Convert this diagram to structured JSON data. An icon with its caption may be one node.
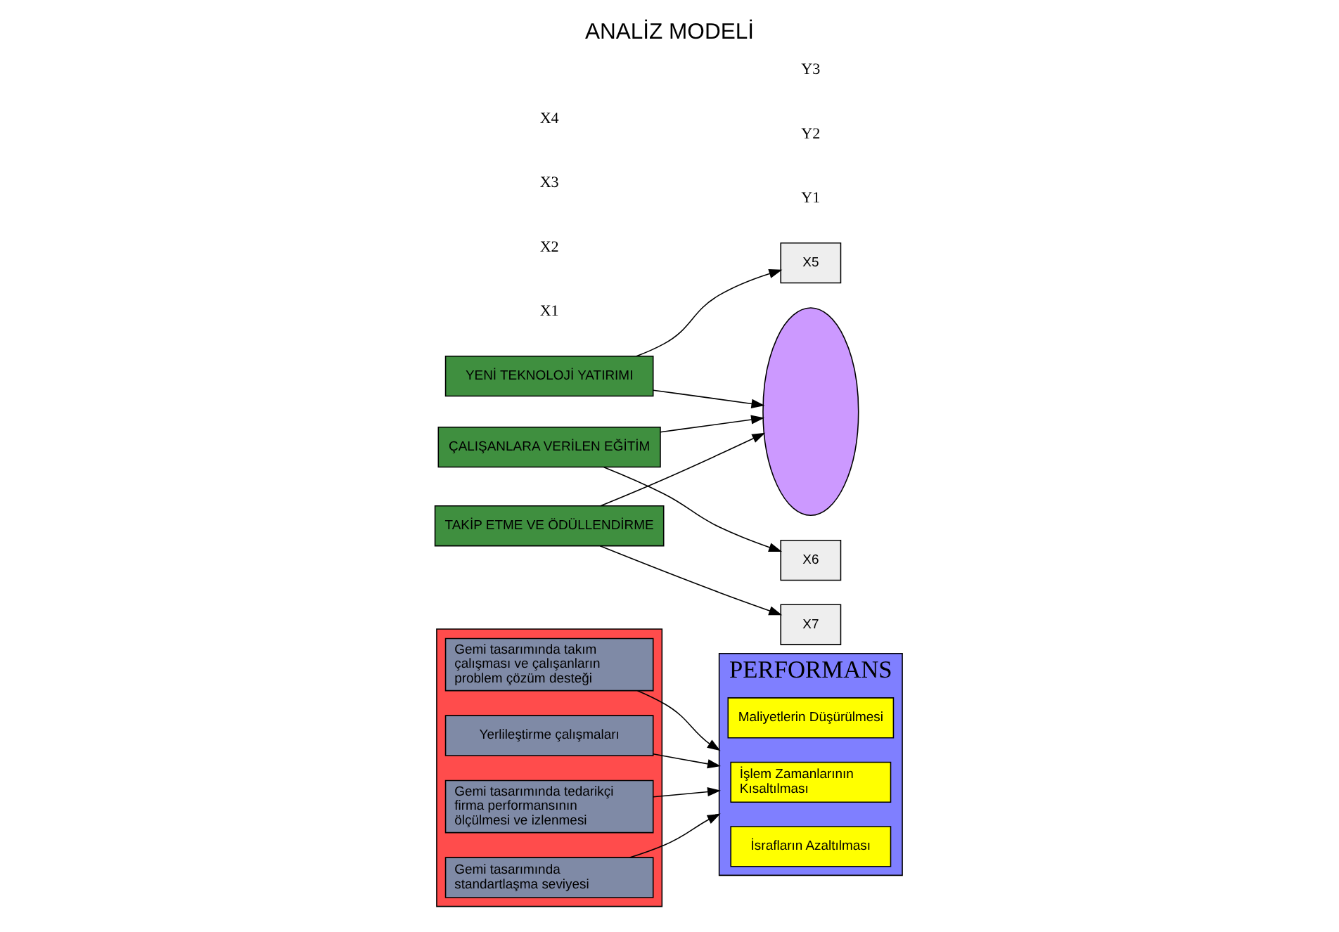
{
  "diagram": {
    "title": "ANALİZ MODELİ",
    "nodes": [
      {
        "text": [],
        "shape": "box"
      },
      {
        "text": [
          "Gemi tasarımında tedarikçi firma performansının ölçülmesi ve izlenmesi"
        ],
        "in": 0
      },
      {
        "text": [
          "Gemi tasarımında standartlaşma seviyesi"
        ],
        "in": 0
      },
      {
        "text": [
          "Gemi tasarımında takım çalışması ve çalışanların problem çözüm desteği"
        ],
        "in": 0
      },
      {
        "text": [
          "Yerlileştirme çalışmaları"
        ],
        "in": 0
      },
      {
        "text": [
          "X5"
        ]
      },
      {
        "text": [
          "YENİ TEKNOLOJİ YATIRIMI"
        ]
      },
      {
        "text": [],
        "shape": "ellipse"
      },
      {
        "text": [
          "PERFORMANS"
        ]
      },
      {
        "text": [
          "Maliyetlerin Düşürülmesi"
        ],
        "in": 8
      },
      {
        "text": [
          "İşlem Zamanlarının Kısaltılması"
        ],
        "in": 8
      },
      {
        "text": [
          "İsrafların Azaltılması"
        ],
        "in": 8
      },
      {
        "text": [
          "ÇALIŞANLARA VERİLEN EĞİTİM"
        ]
      },
      {
        "text": [
          "TAKİP ETME VE ÖDÜLLENDİRME"
        ]
      },
      {
        "text": [
          "X6"
        ]
      },
      {
        "text": [
          "X7"
        ]
      }
    ],
    "edges": [
      {
        "from": 1,
        "to": 8,
        "arrow": "to"
      },
      {
        "from": 2,
        "to": 8,
        "arrow": "to"
      },
      {
        "from": 3,
        "to": 8,
        "arrow": "to"
      },
      {
        "from": 4,
        "to": 8,
        "arrow": "to"
      },
      {
        "from": 6,
        "to": 5,
        "arrow": "to"
      },
      {
        "from": 6,
        "to": 7,
        "arrow": "to"
      },
      {
        "from": 12,
        "to": 7,
        "arrow": "to"
      },
      {
        "from": 13,
        "to": 7,
        "arrow": "to"
      },
      {
        "from": 12,
        "to": 14,
        "arrow": "to"
      },
      {
        "from": 13,
        "to": 15,
        "arrow": "to"
      }
    ],
    "labels": [
      "X1",
      "X2",
      "X3",
      "X4",
      "Y1",
      "Y2",
      "Y3"
    ]
  }
}
